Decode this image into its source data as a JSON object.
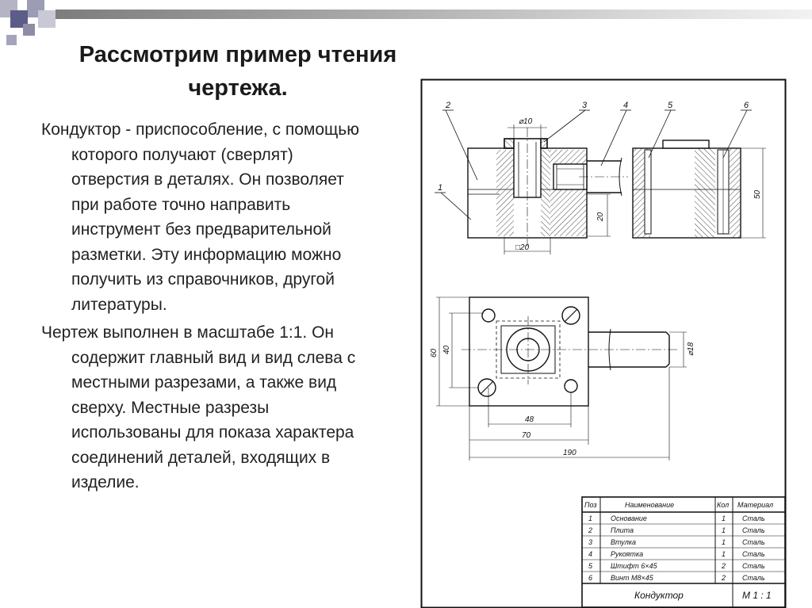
{
  "title": "Рассмотрим пример чтения чертежа.",
  "paragraphs": [
    "Кондуктор - приспособление, с помощью которого получают (сверлят) отверстия в деталях. Он позволяет при работе точно направить инструмент без предварительной разметки. Эту информацию можно получить из справочников, другой литературы.",
    "Чертеж выполнен в масштабе 1:1. Он содержит главный вид и вид слева с местными разрезами, а также вид сверху. Местные разрезы использованы для показа характера соединений деталей, входящих в изделие."
  ],
  "drawing": {
    "leaders": [
      "2",
      "3",
      "4",
      "5",
      "6",
      "1"
    ],
    "dims": {
      "d10": "⌀10",
      "sq20": "□20",
      "h20": "20",
      "h50": "50",
      "h60": "60",
      "h40": "40",
      "w48": "48",
      "w70": "70",
      "w190": "190",
      "d18": "⌀18"
    },
    "table": {
      "headers": [
        "Поз",
        "Наименование",
        "Кол",
        "Материал"
      ],
      "rows": [
        [
          "1",
          "Основание",
          "1",
          "Сталь"
        ],
        [
          "2",
          "Плита",
          "1",
          "Сталь"
        ],
        [
          "3",
          "Втулка",
          "1",
          "Сталь"
        ],
        [
          "4",
          "Рукоятка",
          "1",
          "Сталь"
        ],
        [
          "5",
          "Штифт 6×45",
          "2",
          "Сталь"
        ],
        [
          "6",
          "Винт М8×45",
          "2",
          "Сталь"
        ]
      ],
      "name": "Кондуктор",
      "scale": "М 1 : 1"
    }
  }
}
